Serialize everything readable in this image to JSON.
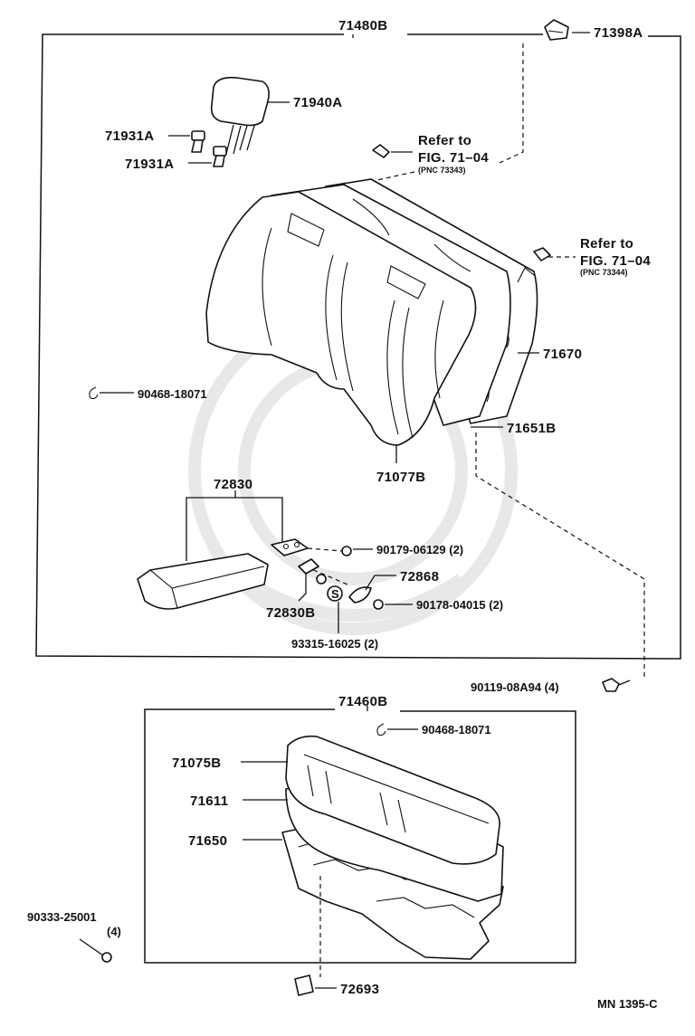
{
  "diagram": {
    "groups": {
      "seatback_assembly": "71480B",
      "seat_cushion_assembly": "71460B"
    },
    "labels": {
      "cover_clip_top": "71398A",
      "headrest": "71940A",
      "headrest_support_1": "71931A",
      "headrest_support_2": "71931A",
      "refer_1_line1": "Refer to",
      "refer_1_line2": "FIG. 71–04",
      "refer_1_pnc": "(PNC 73343)",
      "refer_2_line1": "Refer to",
      "refer_2_line2": "FIG. 71–04",
      "refer_2_pnc": "(PNC 73344)",
      "back_frame": "71670",
      "hog_ring_back": "90468-18071",
      "back_pad": "71651B",
      "back_cover": "71077B",
      "armrest": "72830",
      "armrest_screw": "90179-06129 (2)",
      "armrest_bracket": "72868",
      "armrest_nut": "90178-04015 (2)",
      "armrest_sub": "72830B",
      "armrest_washer": "93315-16025 (2)",
      "seat_bolt": "90119-08A94 (4)",
      "hog_ring_cushion": "90468-18071",
      "cushion_cover": "71075B",
      "cushion_pad": "71611",
      "cushion_frame": "71650",
      "cushion_bolt_line1": "90333-25001",
      "cushion_bolt_line2": "(4)",
      "cushion_clip": "72693",
      "figure_code": "MN 1395-C"
    }
  }
}
